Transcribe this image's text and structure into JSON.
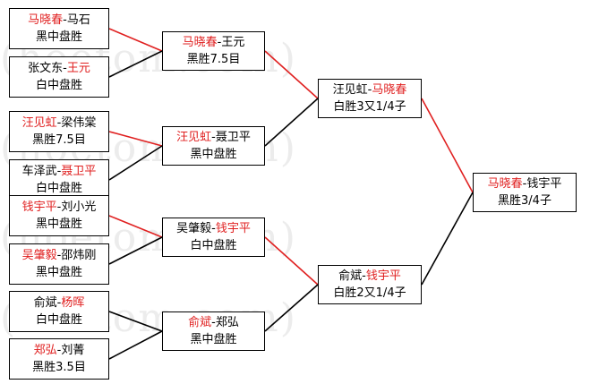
{
  "watermark": "(hoetom.com)",
  "colors": {
    "winner": "#e02020",
    "normal": "#000000",
    "connector_win": "#e02020",
    "connector_loss": "#000000"
  },
  "rounds": [
    {
      "name": "round-1",
      "matches": [
        {
          "p1": "马晓春",
          "p2": "马石",
          "winner": 1,
          "result": "黑中盘胜"
        },
        {
          "p1": "张文东",
          "p2": "王元",
          "winner": 2,
          "result": "白中盘胜"
        },
        {
          "p1": "汪见虹",
          "p2": "梁伟棠",
          "winner": 1,
          "result": "黑胜7.5目"
        },
        {
          "p1": "车泽武",
          "p2": "聂卫平",
          "winner": 2,
          "result": "白中盘胜"
        },
        {
          "p1": "钱宇平",
          "p2": "刘小光",
          "winner": 1,
          "result": "黑中盘胜"
        },
        {
          "p1": "吴肇毅",
          "p2": "邵炜刚",
          "winner": 1,
          "result": "黑中盘胜"
        },
        {
          "p1": "俞斌",
          "p2": "杨晖",
          "winner": 2,
          "result": "白中盘胜"
        },
        {
          "p1": "郑弘",
          "p2": "刘菁",
          "winner": 1,
          "result": "黑胜3.5目"
        }
      ]
    },
    {
      "name": "round-2",
      "matches": [
        {
          "p1": "马晓春",
          "p2": "王元",
          "winner": 1,
          "result": "黑胜7.5目"
        },
        {
          "p1": "汪见虹",
          "p2": "聂卫平",
          "winner": 1,
          "result": "黑中盘胜"
        },
        {
          "p1": "吴肇毅",
          "p2": "钱宇平",
          "winner": 2,
          "result": "白中盘胜"
        },
        {
          "p1": "俞斌",
          "p2": "郑弘",
          "winner": 1,
          "result": "黑中盘胜"
        }
      ]
    },
    {
      "name": "round-3",
      "matches": [
        {
          "p1": "汪见虹",
          "p2": "马晓春",
          "winner": 2,
          "result": "白胜3又1/4子"
        },
        {
          "p1": "俞斌",
          "p2": "钱宇平",
          "winner": 2,
          "result": "白胜2又1/4子"
        }
      ]
    },
    {
      "name": "final",
      "matches": [
        {
          "p1": "马晓春",
          "p2": "钱宇平",
          "winner": 1,
          "result": "黑胜3/4子"
        }
      ]
    }
  ]
}
